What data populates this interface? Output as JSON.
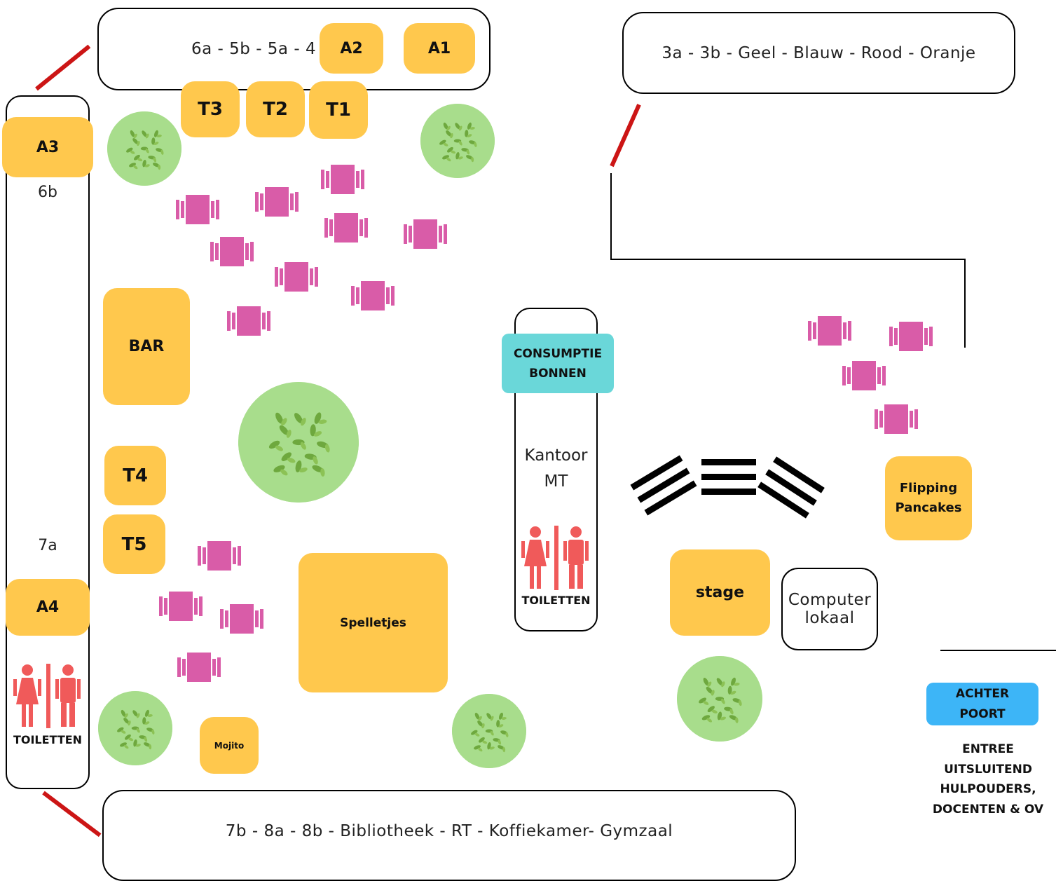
{
  "rooms": {
    "top_left_wing": "6a - 5b - 5a - 4",
    "top_right_wing": "3a - 3b - Geel - Blauw - Rood - Oranje",
    "bottom_wing": "7b - 8a - 8b - Bibliotheek - RT - Koffiekamer- Gymzaal",
    "left_wing_6b": "6b",
    "left_wing_7a": "7a",
    "office_line1": "Kantoor",
    "office_line2": "MT",
    "computer_line1": "Computer",
    "computer_line2": "lokaal"
  },
  "stands": {
    "a1": "A1",
    "a2": "A2",
    "a3": "A3",
    "a4": "A4",
    "t1": "T1",
    "t2": "T2",
    "t3": "T3",
    "t4": "T4",
    "t5": "T5",
    "bar": "BAR",
    "spelletjes": "Spelletjes",
    "mojito": "Mojito",
    "stage": "stage",
    "pancakes_line1": "Flipping",
    "pancakes_line2": "Pancakes"
  },
  "consumptie": {
    "line1": "CONSUMPTIE",
    "line2": "BONNEN"
  },
  "toilets": {
    "left_label": "TOILETTEN",
    "center_label": "TOILETTEN"
  },
  "gate": {
    "line1": "ACHTER",
    "line2": "POORT"
  },
  "entrance_note": {
    "line1": "ENTREE",
    "line2": "UITSLUITEND",
    "line3": "HULPOUDERS,",
    "line4": "DOCENTEN & OV"
  },
  "colors": {
    "stand": "#ffc84d",
    "chair_table": "#d95ca8",
    "tree": "#a8dd8c",
    "toilet_icon": "#f05a5a",
    "consumptie": "#6ad7d9",
    "gate": "#3db5f7",
    "door": "#cc1515"
  },
  "icons": {
    "tree": "tree-icon",
    "table_chairs": "table-chairs-icon",
    "toilet": "toilet-icon"
  }
}
